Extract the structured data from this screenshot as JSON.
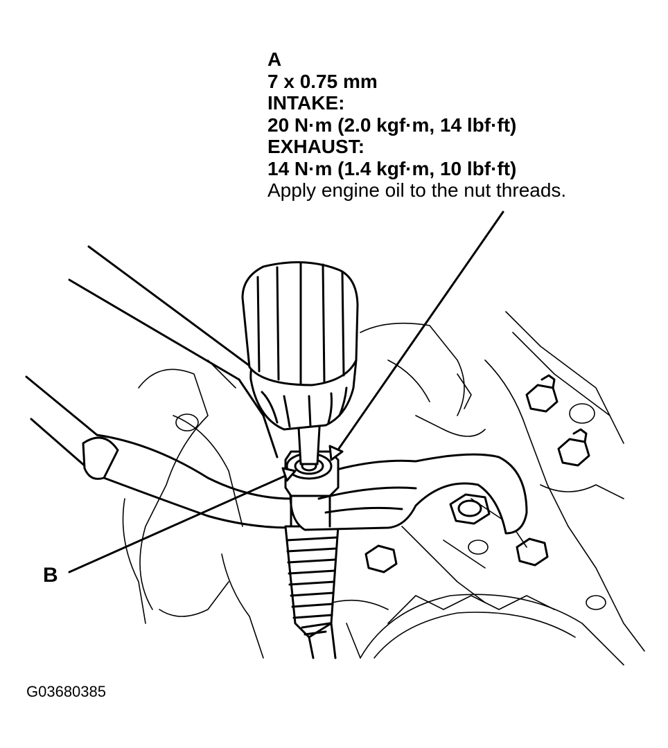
{
  "callout_a": {
    "letter": "A",
    "thread": "7 x 0.75 mm",
    "intake_label": "INTAKE:",
    "intake_torque": "20 N·m (2.0 kgf·m, 14 lbf·ft)",
    "exhaust_label": "EXHAUST:",
    "exhaust_torque": "14 N·m (1.4 kgf·m, 10 lbf·ft)",
    "note": "Apply engine oil to the nut threads."
  },
  "callout_b": {
    "letter": "B"
  },
  "figure_id": "G03680385",
  "icons": [
    "screwdriver-icon",
    "wrench-icon",
    "rocker-arm-icon",
    "adjusting-screw-icon",
    "locknut-icon"
  ]
}
